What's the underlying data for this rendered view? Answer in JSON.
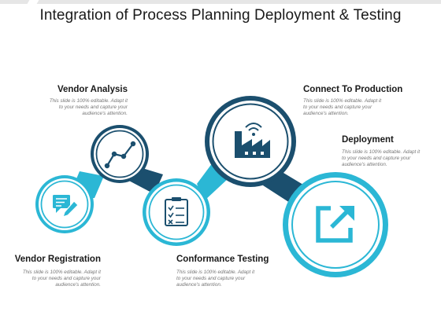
{
  "title": "Integration of Process Planning Deployment & Testing",
  "colors": {
    "light_blue": "#2bb7d5",
    "dark_blue": "#1b4f6e",
    "text": "#1a1a1a",
    "muted": "#777777"
  },
  "steps": [
    {
      "id": "vendor-registration",
      "label": "Vendor Registration",
      "icon": "document-pen-icon",
      "desc": [
        "This slide is 100% editable. Adapt it",
        "to your needs and capture your",
        "audience's attention."
      ]
    },
    {
      "id": "vendor-analysis",
      "label": "Vendor Analysis",
      "icon": "line-chart-icon",
      "desc": [
        "This slide is 100% editable. Adapt it",
        "to your needs and capture your",
        "audience's attention."
      ]
    },
    {
      "id": "conformance-testing",
      "label": "Conformance Testing",
      "icon": "checklist-icon",
      "desc": [
        "This slide is 100% editable. Adapt it",
        "to your needs and capture your",
        "audience's attention."
      ]
    },
    {
      "id": "connect-to-production",
      "label": "Connect To Production",
      "icon": "factory-wifi-icon",
      "desc": [
        "This slide is 100% editable. Adapt it",
        "to your needs and capture your",
        "audience's attention."
      ]
    },
    {
      "id": "deployment",
      "label": "Deployment",
      "icon": "external-link-icon",
      "desc": [
        "This slide is 100% editable. Adapt it",
        "to your needs and capture your",
        "audience's attention."
      ]
    }
  ]
}
